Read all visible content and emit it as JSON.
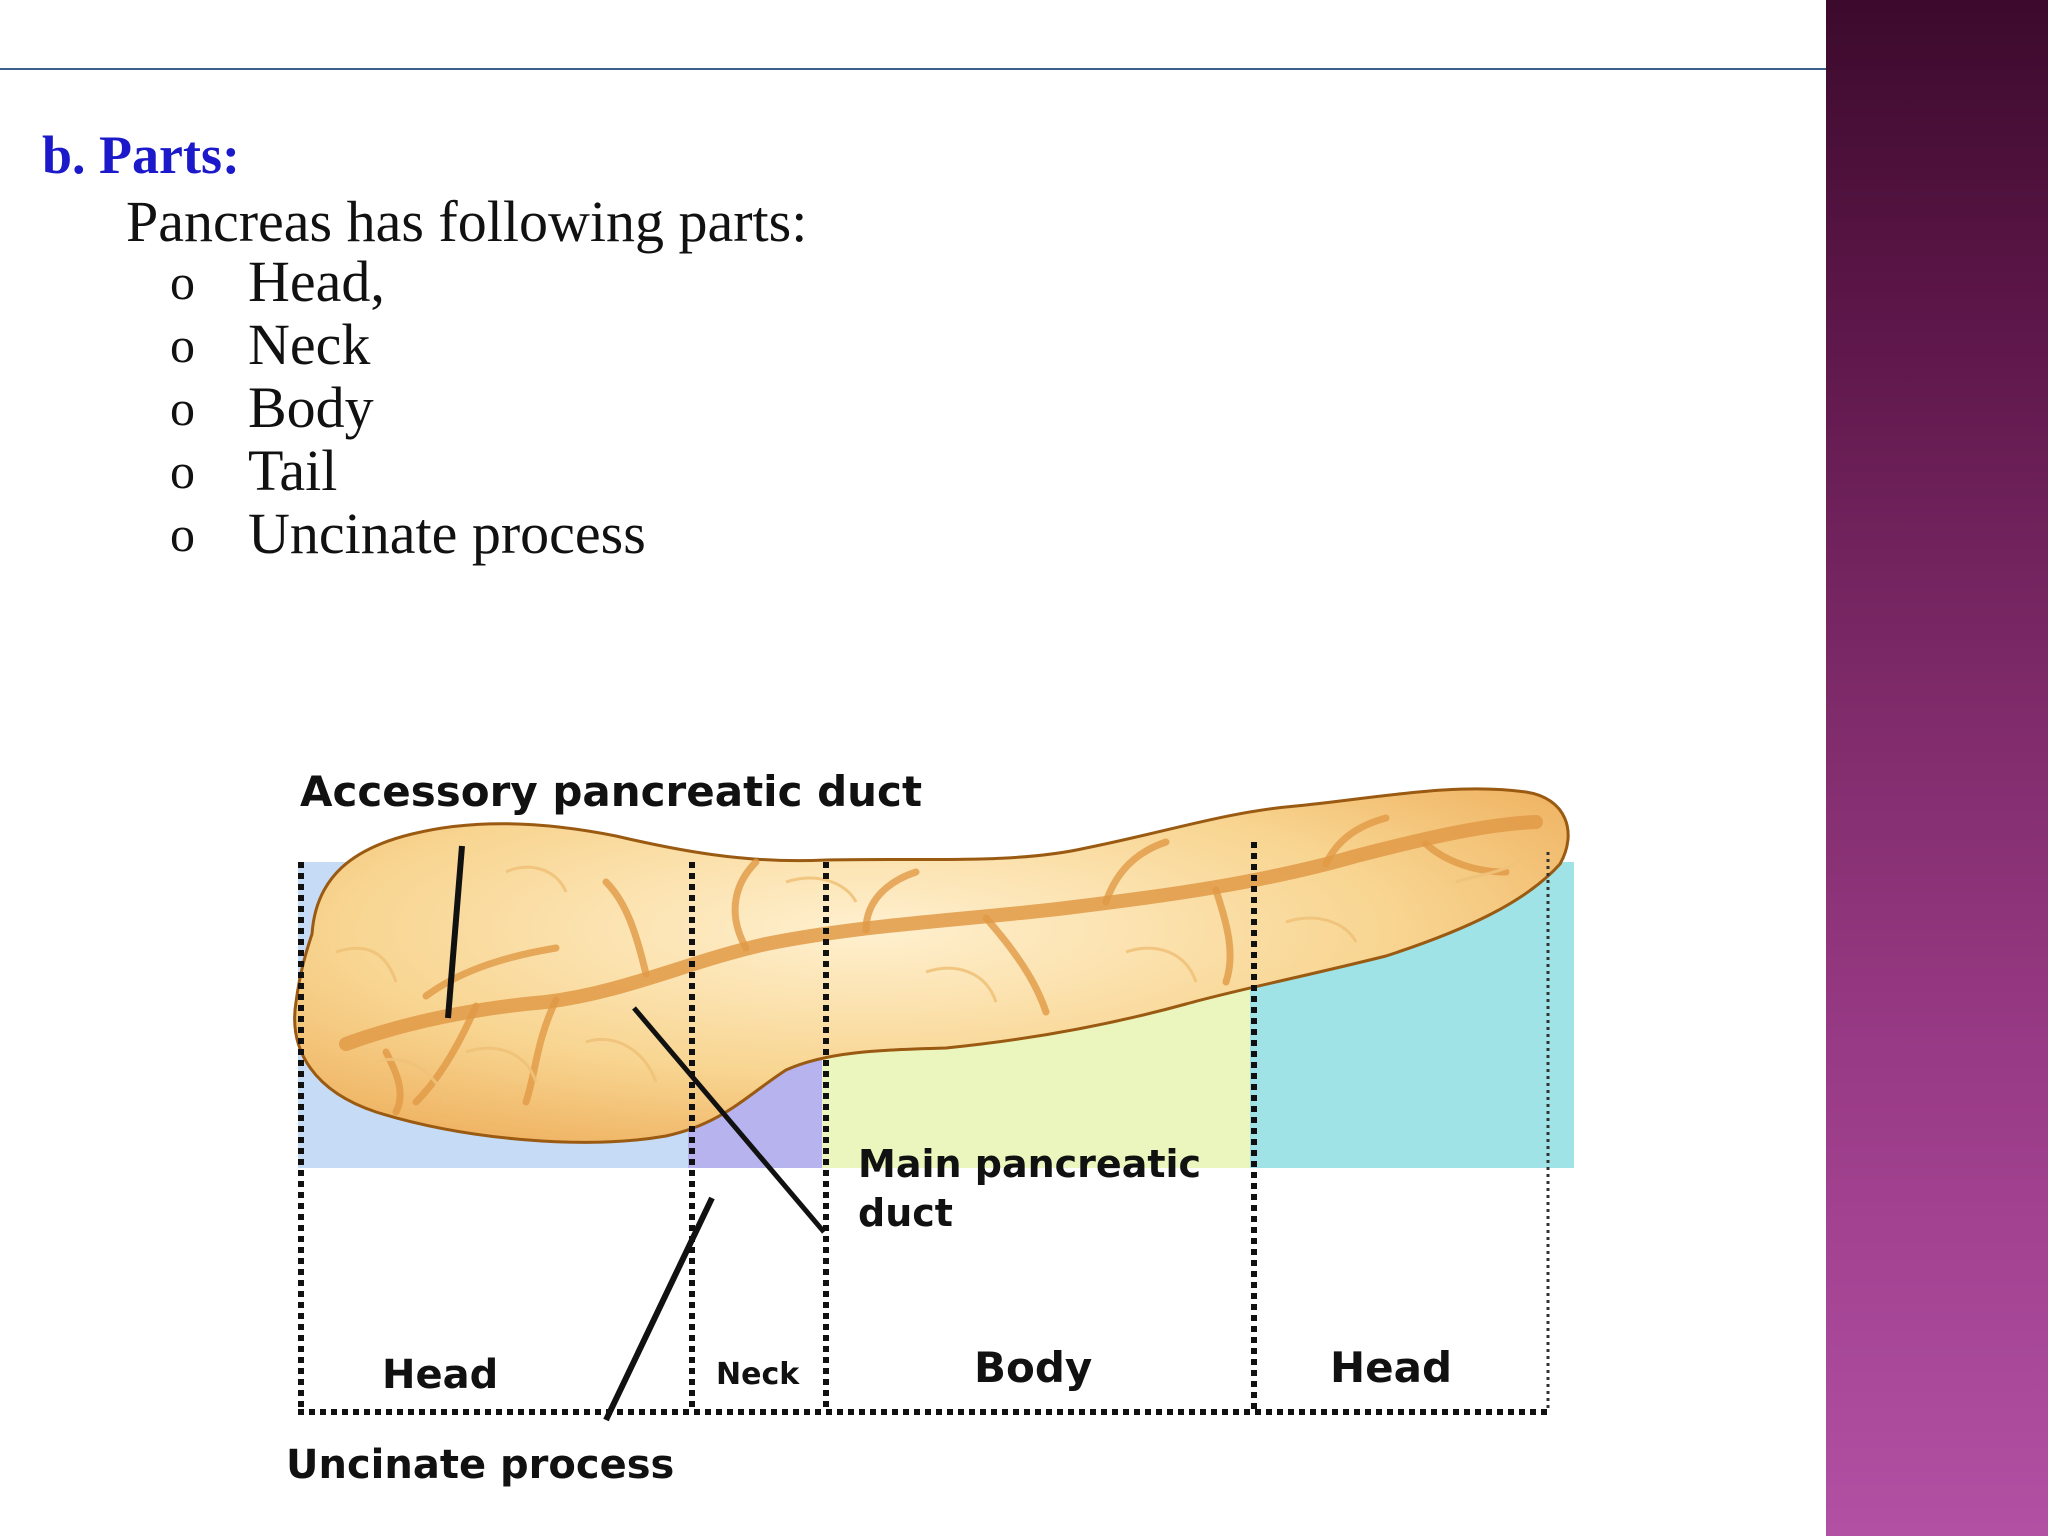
{
  "heading": "b. Parts:",
  "intro": "Pancreas has following parts:",
  "bullet_marker": "o",
  "parts": [
    "Head,",
    "Neck",
    "Body",
    "Tail",
    "Uncinate process"
  ],
  "figure": {
    "labels": {
      "accessory_duct": "Accessory pancreatic duct",
      "main_duct_line1": "Main pancreatic",
      "main_duct_line2": "duct",
      "uncinate": "Uncinate process"
    },
    "regions": [
      {
        "label": "Head",
        "color": "#c6dcf6"
      },
      {
        "label": "Neck",
        "color": "#b6b3ef"
      },
      {
        "label": "Body",
        "color": "#eaf6bd"
      },
      {
        "label": "Head",
        "color": "#9fe3e6"
      }
    ]
  },
  "colors": {
    "heading": "#1b19c9",
    "rule": "#3c5f87",
    "sidebar_top": "#3c0a2c",
    "sidebar_bottom": "#b250a3",
    "pancreas_fill": "#f6cf86",
    "pancreas_outline": "#9a5a12"
  }
}
